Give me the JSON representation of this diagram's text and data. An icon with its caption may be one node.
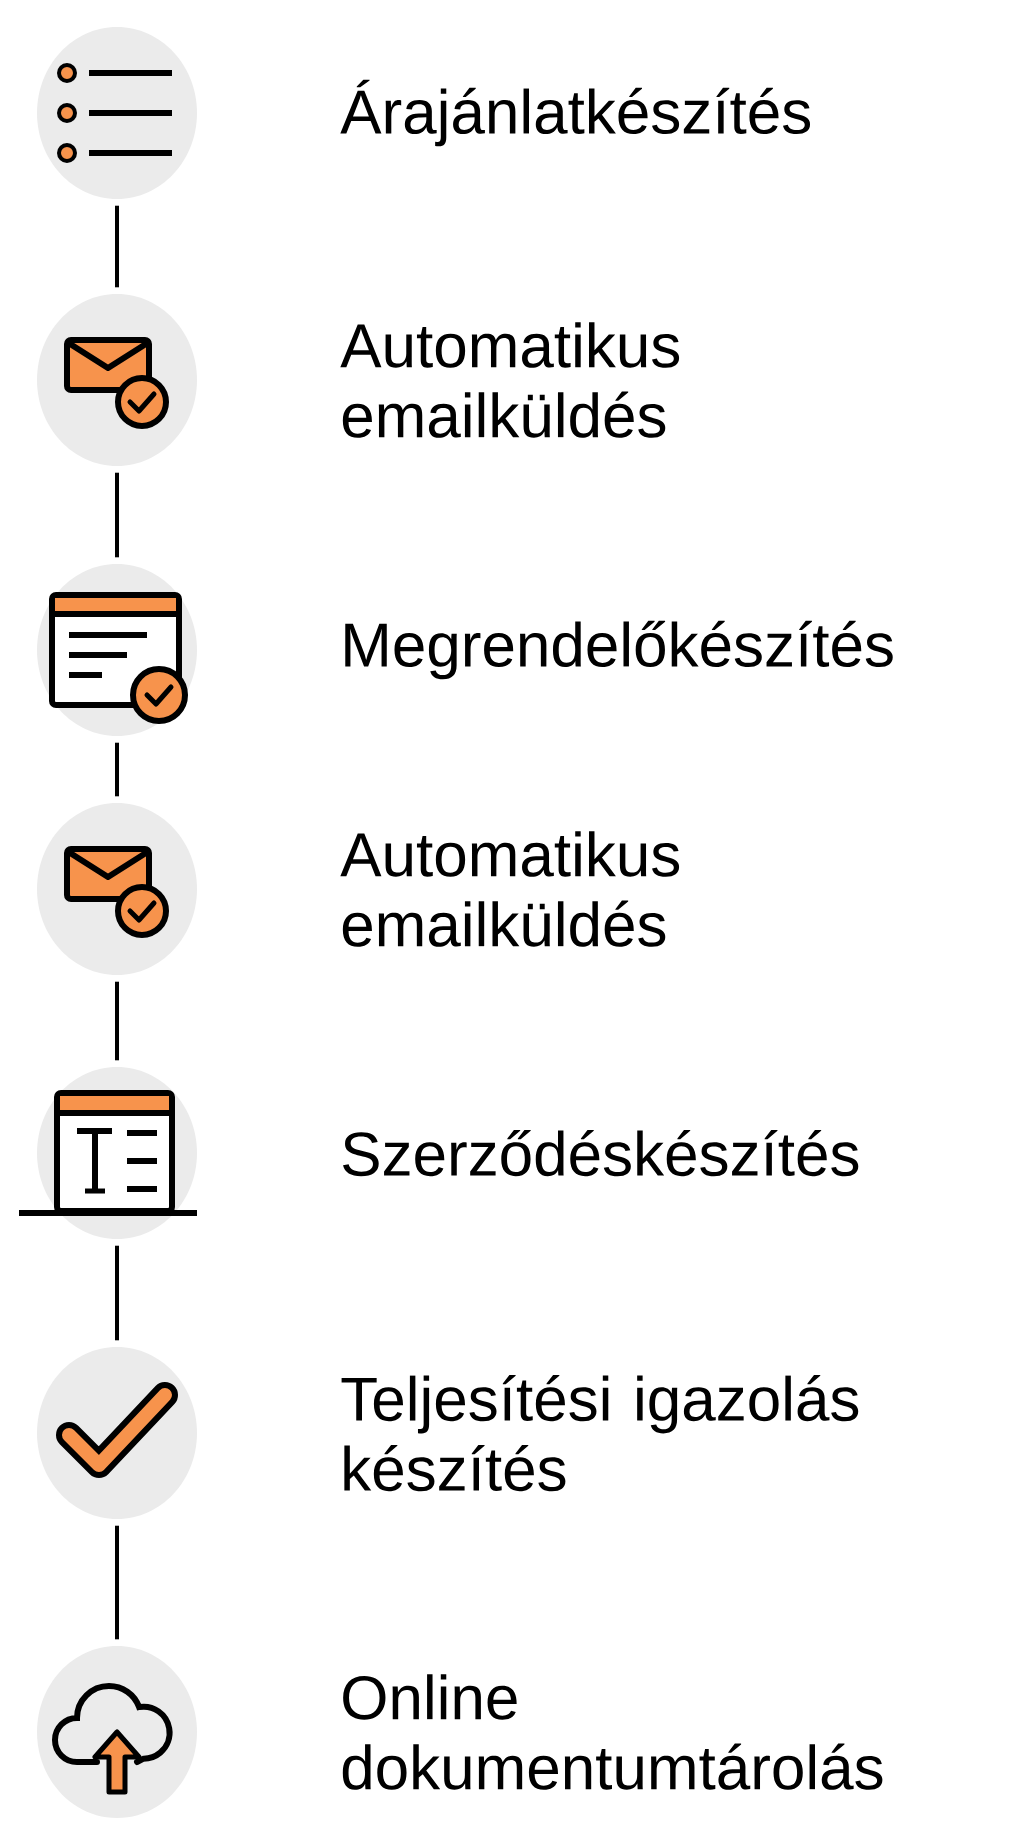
{
  "diagram": {
    "nodes": [
      {
        "text": [],
        "shape": "picture",
        "beside": [
          "Árajánlatkészítés"
        ]
      },
      {
        "text": [],
        "shape": "picture",
        "beside": [
          "Automatikus emailküldés"
        ]
      },
      {
        "text": [],
        "shape": "picture",
        "beside": [
          "Megrendelőkészítés"
        ]
      },
      {
        "text": [],
        "shape": "picture",
        "beside": [
          "Automatikus emailküldés"
        ]
      },
      {
        "text": [],
        "shape": "picture",
        "beside": [
          "Szerződéskészítés"
        ]
      },
      {
        "text": [],
        "shape": "picture",
        "beside": [
          "Teljesítési igazolás készítés"
        ]
      },
      {
        "text": [],
        "shape": "picture",
        "beside": [
          "Online dokumentumtárolás"
        ]
      }
    ],
    "edges": [
      {
        "from": 0,
        "to": 1,
        "arrow": "none"
      },
      {
        "from": 1,
        "to": 2,
        "arrow": "none"
      },
      {
        "from": 2,
        "to": 3,
        "arrow": "none"
      },
      {
        "from": 3,
        "to": 4,
        "arrow": "none"
      },
      {
        "from": 4,
        "to": 5,
        "arrow": "none"
      },
      {
        "from": 5,
        "to": 6,
        "arrow": "none"
      }
    ]
  }
}
